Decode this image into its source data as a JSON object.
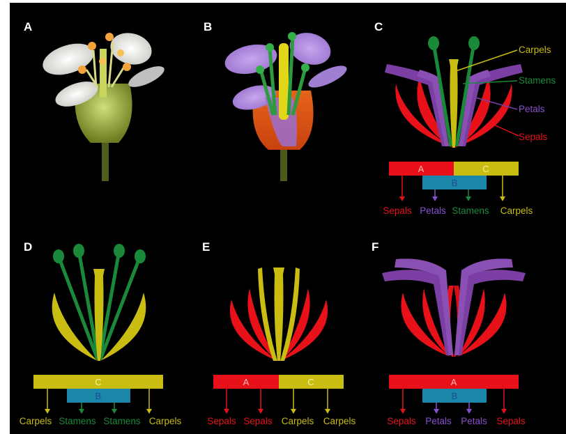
{
  "panels": {
    "a": {
      "letter": "A"
    },
    "b": {
      "letter": "B"
    },
    "c": {
      "letter": "C",
      "organ_labels": {
        "carpels": "Carpels",
        "stamens": "Stamens",
        "petals": "Petals",
        "sepals": "Sepals"
      },
      "boxes": {
        "a": "A",
        "c": "C",
        "b": "B"
      },
      "outputs": [
        "Sepals",
        "Petals",
        "Stamens",
        "Carpels"
      ]
    },
    "d": {
      "letter": "D",
      "boxes": {
        "c": "C",
        "b": "B"
      },
      "outputs": [
        "Carpels",
        "Stamens",
        "Stamens",
        "Carpels"
      ]
    },
    "e": {
      "letter": "E",
      "boxes": {
        "a": "A",
        "c": "C"
      },
      "outputs": [
        "Sepals",
        "Sepals",
        "Carpels",
        "Carpels"
      ]
    },
    "f": {
      "letter": "F",
      "boxes": {
        "a": "A",
        "b": "B"
      },
      "outputs": [
        "Sepals",
        "Petals",
        "Petals",
        "Sepals"
      ]
    }
  },
  "colors": {
    "background": "#000000",
    "sepals": "#e8111a",
    "petals": "#7b3fa4",
    "stamens": "#1a8a3a",
    "carpels": "#c9bd12",
    "box_b": "#1a86a8",
    "box_b_text": "#1e4f9c",
    "box_a_text": "#f5b9b9",
    "box_c_text": "#f6f2a0"
  }
}
